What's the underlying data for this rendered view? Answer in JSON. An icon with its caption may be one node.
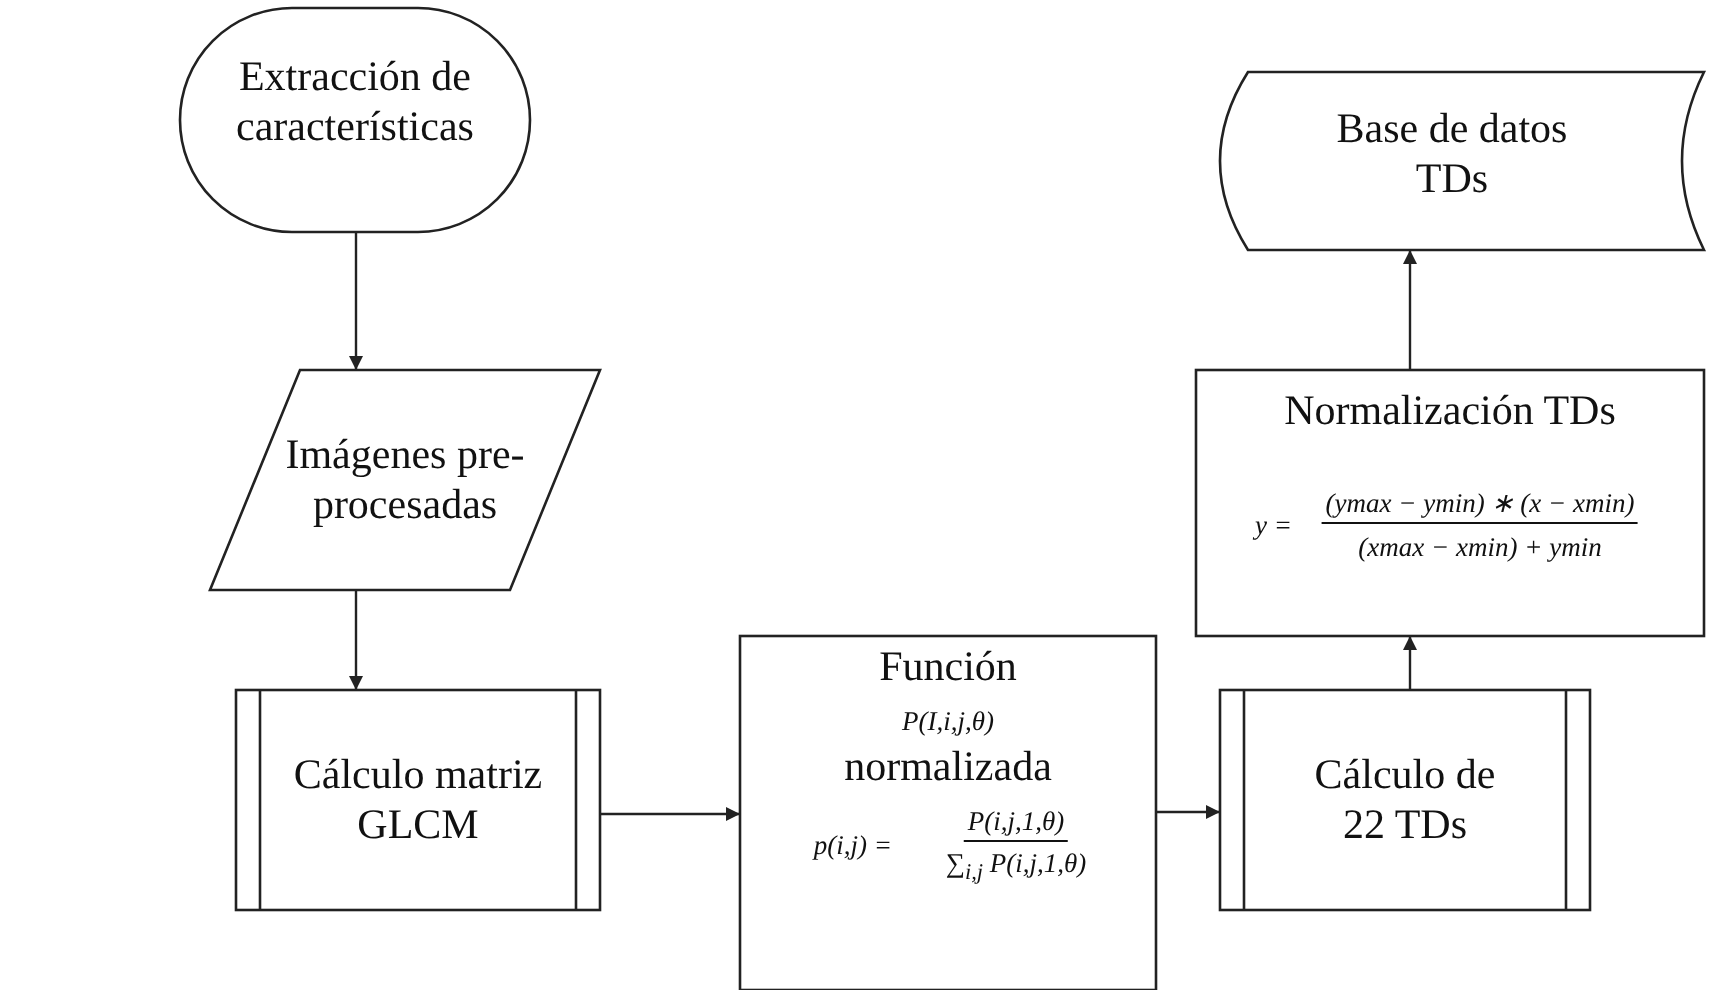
{
  "diagram": {
    "nodes": [
      {
        "text": [
          "Extracción de características"
        ]
      },
      {
        "text": [
          "Imágenes pre-procesadas"
        ]
      },
      {
        "text": [
          "Cálculo matriz GLCM"
        ]
      },
      {
        "text": [
          "Función",
          "P(I,i,j,θ)",
          "normalizada",
          "p(i,j) =",
          "P(i,j,1,θ)",
          "∑$_{i,j}$ P(i,j,1,θ)"
        ]
      },
      {
        "text": [
          "Cálculo de 22 TDs"
        ]
      },
      {
        "text": [
          "Normalización TDs",
          "y =",
          "(ymax − ymin) ∗ (x − xmin)",
          "(xmax − xmin) + ymin"
        ]
      },
      {
        "text": [
          "Base de datos TDs"
        ]
      }
    ],
    "edges": [
      {
        "from": 0,
        "to": 1,
        "arrow": "to"
      },
      {
        "from": 1,
        "to": 2,
        "arrow": "to"
      },
      {
        "from": 2,
        "to": 3,
        "arrow": "to"
      },
      {
        "from": 3,
        "to": 4,
        "arrow": "to"
      },
      {
        "from": 4,
        "to": 5,
        "arrow": "to"
      },
      {
        "from": 5,
        "to": 6,
        "arrow": "to"
      }
    ]
  }
}
